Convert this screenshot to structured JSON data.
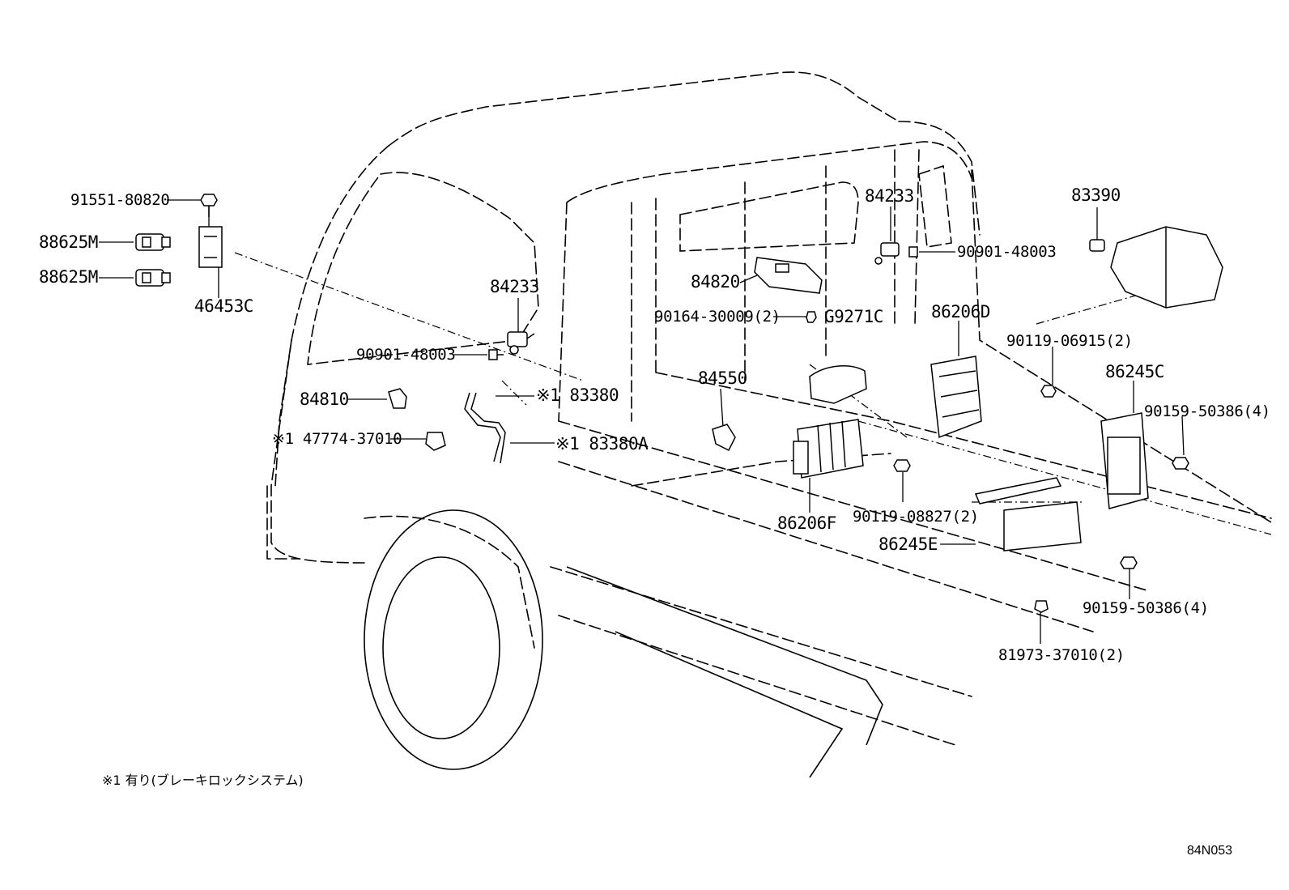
{
  "labels": {
    "p91551": "91551-80820",
    "p88625a": "88625M",
    "p88625b": "88625M",
    "p46453": "46453C",
    "p84233a": "84233",
    "p90901a": "90901-48003",
    "p84810": "84810",
    "p47774": "※1 47774-37010",
    "p83380": "※1 83380",
    "p83380a": "※1 83380A",
    "p84820": "84820",
    "p90164": "90164-30009(2)",
    "p84550": "84550",
    "pG9271": "G9271C",
    "p84233b": "84233",
    "p90901b": "90901-48003",
    "p86206d": "86206D",
    "p83390": "83390",
    "p90119a": "90119-06915(2)",
    "p86245c": "86245C",
    "p90159a": "90159-50386(4)",
    "p86206f": "86206F",
    "p90119b": "90119-08827(2)",
    "p86245e": "86245E",
    "p90159b": "90159-50386(4)",
    "p81973": "81973-37010(2)"
  },
  "footnote": "※1 有り(ブレーキロックシステム)",
  "diagram_code": "84N053"
}
